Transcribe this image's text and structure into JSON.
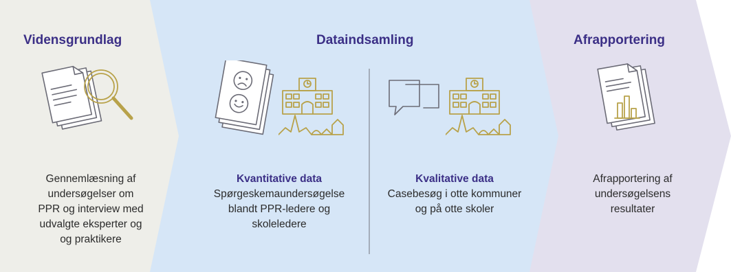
{
  "colors": {
    "stage1_bg": "#eeeee9",
    "stage2_bg": "#d6e6f7",
    "stage3_bg": "#e3e0ee",
    "title_color": "#3b2f86",
    "text_color": "#2b2b2b",
    "icon_gray": "#6b6b76",
    "icon_gold": "#b8a24a"
  },
  "stages": {
    "vidensgrundlag": {
      "title": "Vidensgrundlag",
      "icon": "document-magnifier-icon",
      "description_lines": [
        "Gennemlæsning af",
        "undersøgelser om",
        "PPR og interview med",
        "udvalgte  eksperter og",
        "og praktikere"
      ]
    },
    "dataindsamling": {
      "title": "Dataindsamling",
      "kvantitativ": {
        "subtitle": "Kvantitative data",
        "icons": [
          "survey-faces-icon",
          "school-building-icon",
          "town-skyline-icon"
        ],
        "description_lines": [
          "Spørgeskemaundersøgelse",
          "blandt PPR-ledere og",
          "skoleledere"
        ]
      },
      "kvalitativ": {
        "subtitle": "Kvalitative data",
        "icons": [
          "speech-bubbles-icon",
          "school-building-icon",
          "town-skyline-icon"
        ],
        "description_lines": [
          "Casebesøg  i otte kommuner",
          "og på otte skoler"
        ]
      }
    },
    "afrapportering": {
      "title": "Afrapportering",
      "icon": "report-chart-icon",
      "description_lines": [
        "Afrapportering af",
        "undersøgelsens",
        "resultater"
      ]
    }
  }
}
